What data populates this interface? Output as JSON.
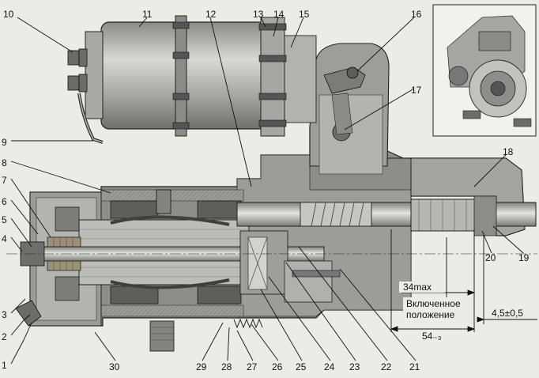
{
  "labels": {
    "l1": "1",
    "l2": "2",
    "l3": "3",
    "l4": "4",
    "l5": "5",
    "l6": "6",
    "l7": "7",
    "l8": "8",
    "l9": "9",
    "l10": "10",
    "l11": "11",
    "l12": "12",
    "l13": "13",
    "l14": "14",
    "l15": "15",
    "l16": "16",
    "l17": "17",
    "l18": "18",
    "l19": "19",
    "l20": "20",
    "l21": "21",
    "l22": "22",
    "l23": "23",
    "l24": "24",
    "l25": "25",
    "l26": "26",
    "l27": "27",
    "l28": "28",
    "l29": "29",
    "l30": "30"
  },
  "dimensions": {
    "max_travel": "34max",
    "engaged_line1": "Включенное",
    "engaged_line2": "положение",
    "length": "54₋₃",
    "gap": "4,5±0,5"
  },
  "colors": {
    "background": "#ecebe6",
    "housing": "#8f8f8c",
    "housing_dark": "#6e6e6b",
    "metal_light": "#c9c9c5",
    "metal_mid": "#a9a9a5",
    "dark": "#3a3a38",
    "copper": "#9b8f78"
  }
}
